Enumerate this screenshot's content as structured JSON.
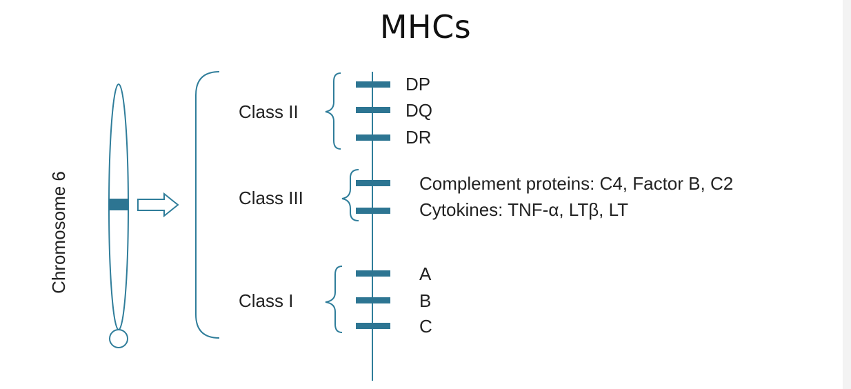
{
  "title": "MHCs",
  "chromosome_label": "Chromosome 6",
  "colors": {
    "line": "#2f7d9a",
    "band": "#2d7592",
    "text": "#222222"
  },
  "groups": [
    {
      "label": "Class II",
      "genes": [
        "DP",
        "DQ",
        "DR"
      ]
    },
    {
      "label": "Class III",
      "genes": [
        "Complement proteins: C4, Factor B, C2",
        "Cytokines: TNF-α, LTβ, LT"
      ]
    },
    {
      "label": "Class I",
      "genes": [
        "A",
        "B",
        "C"
      ]
    }
  ]
}
